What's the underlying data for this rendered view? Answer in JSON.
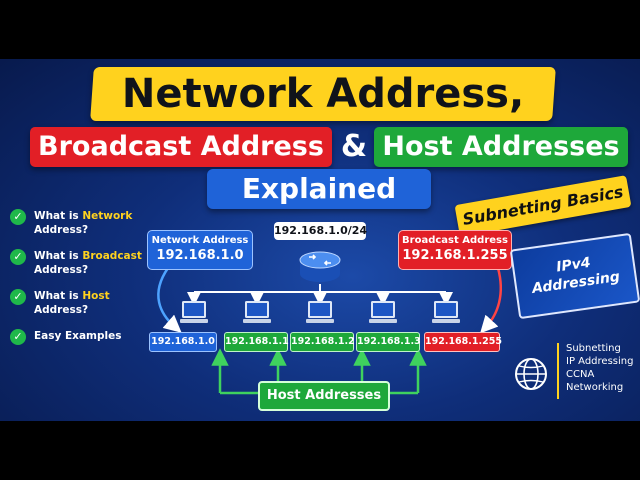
{
  "title": {
    "line1": "Network Address,",
    "line2_red": "Broadcast Address",
    "amp": "&",
    "line2_green": "Host Addresses",
    "line3": "Explained"
  },
  "tag_subnet": "Subnetting Basics",
  "checklist": [
    {
      "pre": "What is ",
      "hl": "Network",
      "post": " Address?"
    },
    {
      "pre": "What is ",
      "hl": "Broadcast",
      "post": " Address?"
    },
    {
      "pre": "What is ",
      "hl": "Host",
      "post": " Address?"
    },
    {
      "pre": "Easy Examples",
      "hl": "",
      "post": ""
    }
  ],
  "network_label": "192.168.1.0/24",
  "callout_network": {
    "label": "Network Address",
    "value": "192.168.1.0"
  },
  "callout_broadcast": {
    "label": "Broadcast Address",
    "value": "192.168.1.255"
  },
  "ips": [
    "192.168.1.0",
    "192.168.1.1",
    "192.168.1.2",
    "192.168.1.3",
    "192.168.1.255"
  ],
  "host_label": "Host Addresses",
  "ipv4_tag": {
    "line1": "IPv4",
    "line2": "Addressing"
  },
  "topics": [
    "Subnetting",
    "IP Addressing",
    "CCNA",
    "Networking"
  ],
  "colors": {
    "yellow": "#ffd21e",
    "red": "#e21f26",
    "green": "#1ea83a",
    "blue": "#1f63d8",
    "bg": "#0f2e7a"
  }
}
